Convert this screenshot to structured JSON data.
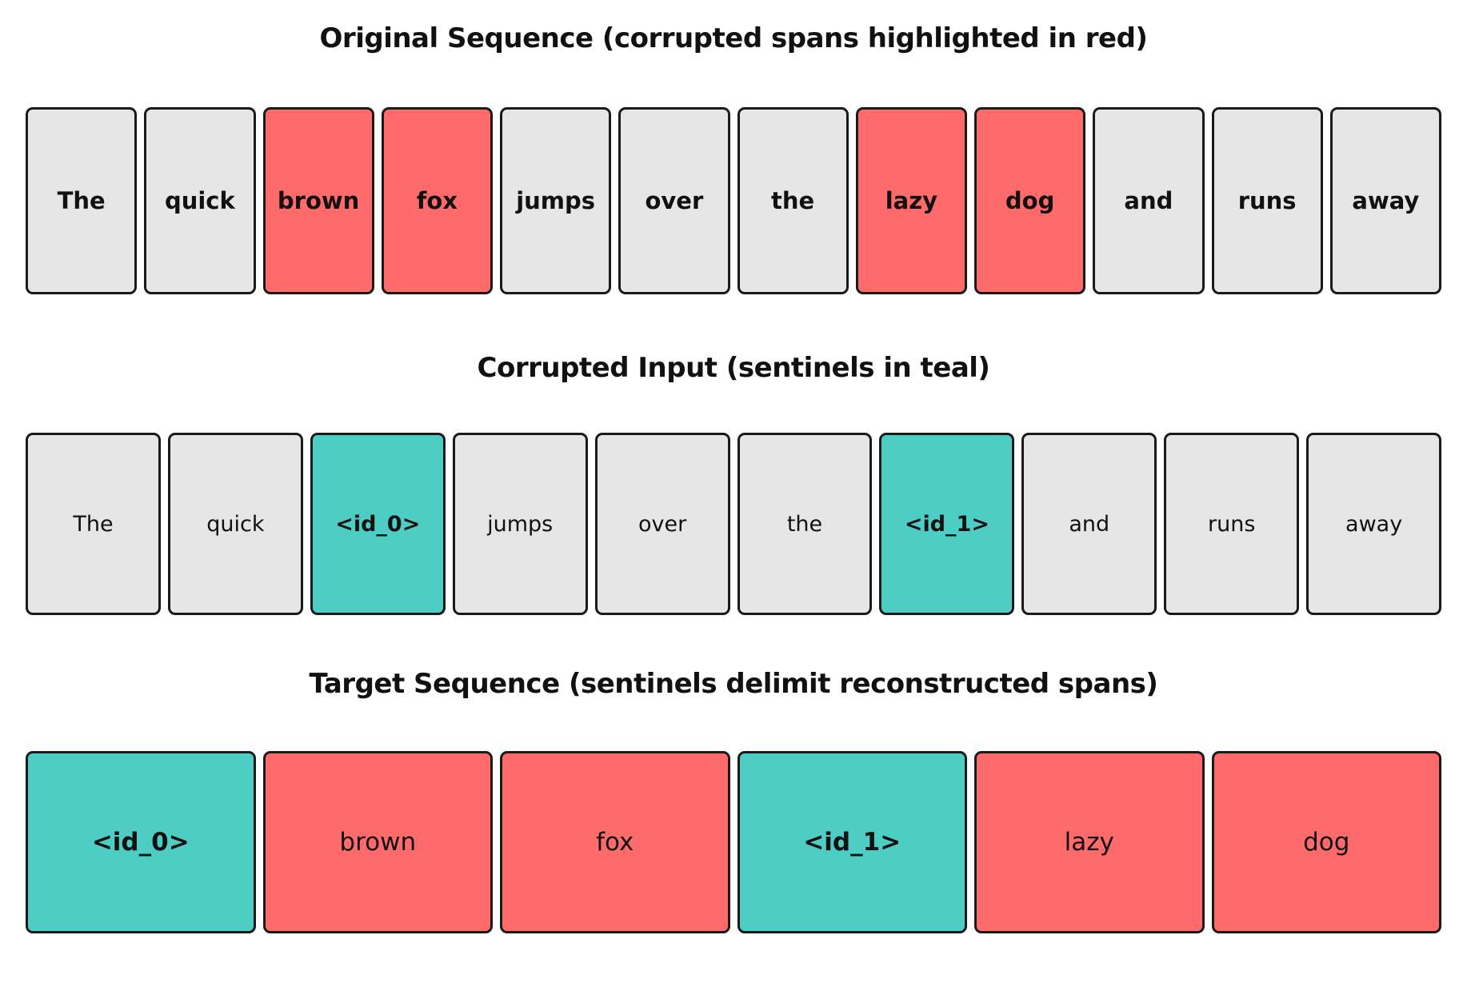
{
  "colors": {
    "background": "#ffffff",
    "normal_token": "#e6e6e6",
    "corrupted_token": "#ff6b6b",
    "sentinel_token": "#4ecdc4",
    "border": "#1a1a1a",
    "text": "#111111"
  },
  "sections": [
    {
      "id": "original",
      "title": "Original Sequence (corrupted spans highlighted in red)",
      "tokens": [
        {
          "label": "The",
          "type": "normal"
        },
        {
          "label": "quick",
          "type": "normal"
        },
        {
          "label": "brown",
          "type": "corrupted"
        },
        {
          "label": "fox",
          "type": "corrupted"
        },
        {
          "label": "jumps",
          "type": "normal"
        },
        {
          "label": "over",
          "type": "normal"
        },
        {
          "label": "the",
          "type": "normal"
        },
        {
          "label": "lazy",
          "type": "corrupted"
        },
        {
          "label": "dog",
          "type": "corrupted"
        },
        {
          "label": "and",
          "type": "normal"
        },
        {
          "label": "runs",
          "type": "normal"
        },
        {
          "label": "away",
          "type": "normal"
        }
      ]
    },
    {
      "id": "corrupted",
      "title": "Corrupted Input (sentinels in teal)",
      "tokens": [
        {
          "label": "The",
          "type": "normal"
        },
        {
          "label": "quick",
          "type": "normal"
        },
        {
          "label": "<id_0>",
          "type": "sentinel"
        },
        {
          "label": "jumps",
          "type": "normal"
        },
        {
          "label": "over",
          "type": "normal"
        },
        {
          "label": "the",
          "type": "normal"
        },
        {
          "label": "<id_1>",
          "type": "sentinel"
        },
        {
          "label": "and",
          "type": "normal"
        },
        {
          "label": "runs",
          "type": "normal"
        },
        {
          "label": "away",
          "type": "normal"
        }
      ]
    },
    {
      "id": "target",
      "title": "Target Sequence (sentinels delimit reconstructed spans)",
      "tokens": [
        {
          "label": "<id_0>",
          "type": "sentinel"
        },
        {
          "label": "brown",
          "type": "corrupted"
        },
        {
          "label": "fox",
          "type": "corrupted"
        },
        {
          "label": "<id_1>",
          "type": "sentinel"
        },
        {
          "label": "lazy",
          "type": "corrupted"
        },
        {
          "label": "dog",
          "type": "corrupted"
        }
      ]
    }
  ]
}
